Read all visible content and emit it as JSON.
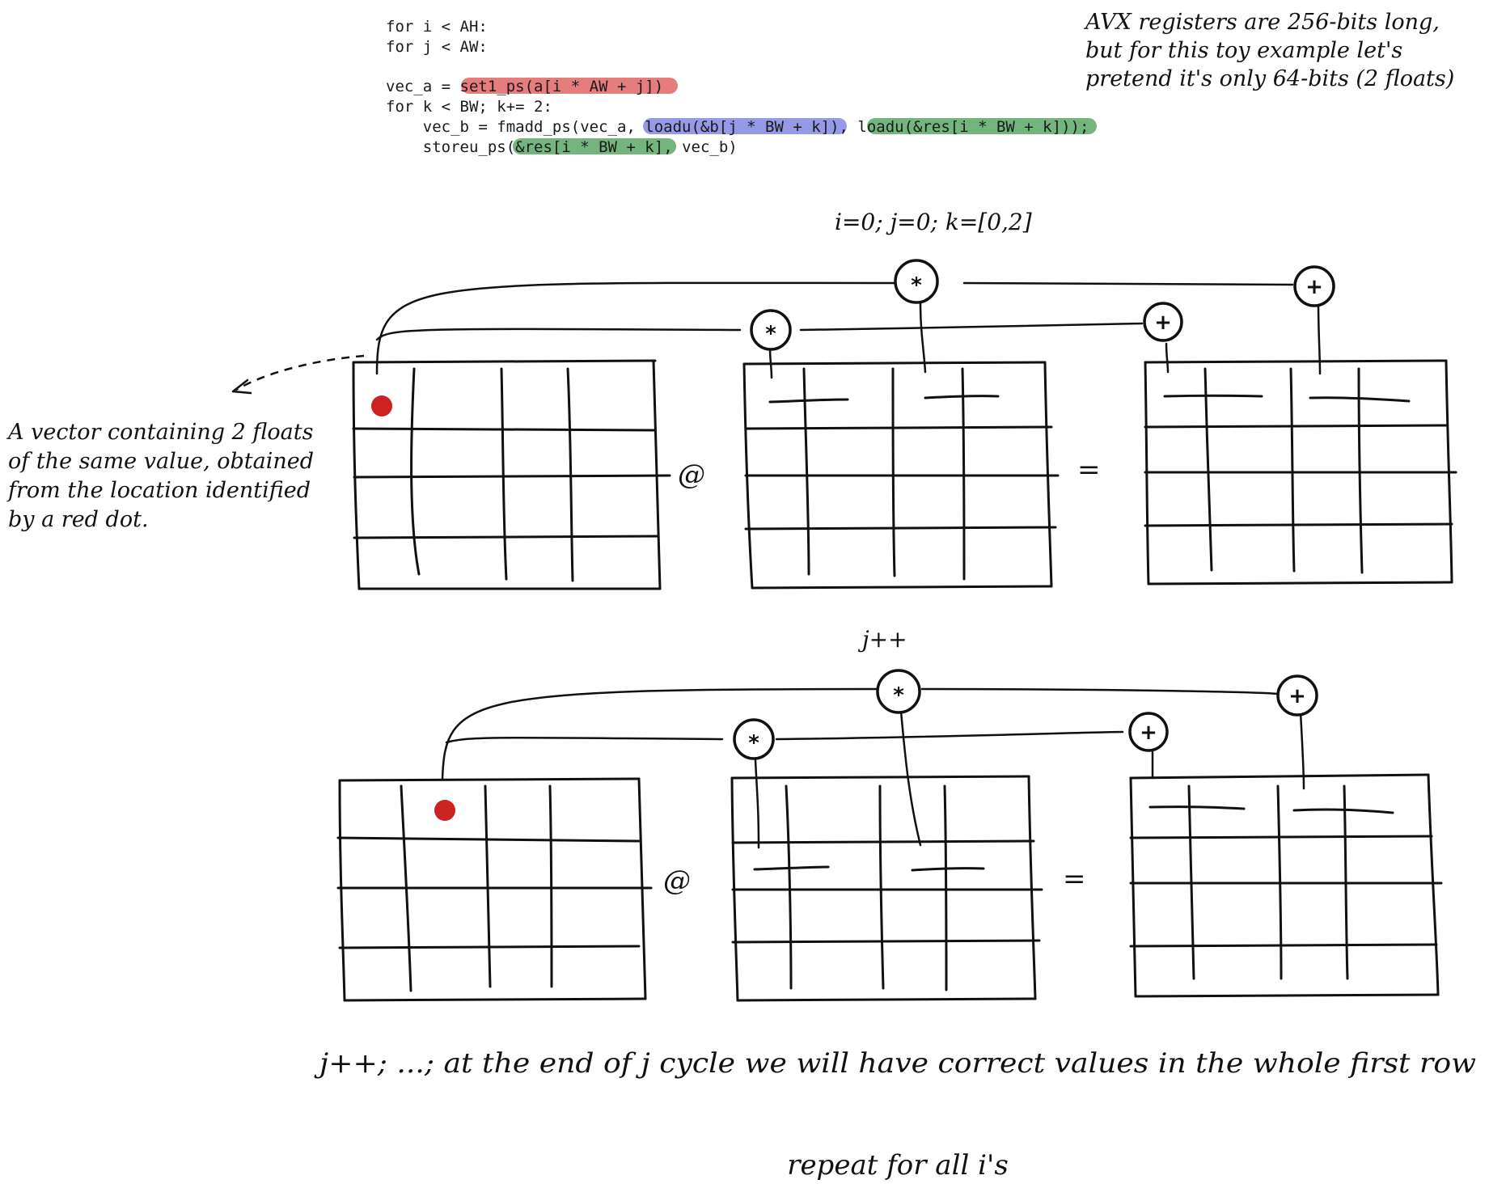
{
  "code": {
    "line1": "for i < AH:",
    "line2": "for j < AW:",
    "line3_prefix": "vec_a = ",
    "line3_hl": "set1_ps(a[i * AW + j])",
    "line4": "for k < BW; k+= 2:",
    "line5_prefix": "    vec_b = fmadd_ps(vec_a, ",
    "line5_hl1": "loadu(&b[j * BW + k])",
    "line5_mid": ", ",
    "line5_hl2": "loadu(&res[i * BW + k]))",
    "line5_suffix": ";",
    "line6_prefix": "    storeu_ps(",
    "line6_hl": "&res[i * BW + k]",
    "line6_suffix": ", vec_b)"
  },
  "note": {
    "line1": "AVX registers are 256-bits long,",
    "line2": "but for this toy example let's",
    "line3": "pretend it's only 64-bits (2 floats)"
  },
  "step1_label": "i=0; j=0; k=[0,2]",
  "step2_label": "j++",
  "annotation": {
    "line1": "A vector containing 2 floats",
    "line2": "of the same value, obtained",
    "line3": "from the location identified",
    "line4": "by a red dot."
  },
  "symbols": {
    "matmul": "@",
    "equals": "=",
    "multiply": "*",
    "add": "+"
  },
  "footer1": "j++; ...; at the end of j cycle we will have correct values in the whole first row",
  "footer2": "repeat for all i's",
  "colors": {
    "highlight_red": "#e06666",
    "highlight_blue": "#7b7fe0",
    "highlight_green": "#5aa865",
    "dot_red": "#cc2222",
    "stroke_blue": "#2a3fbf",
    "stroke_green": "#2a8a3a"
  }
}
